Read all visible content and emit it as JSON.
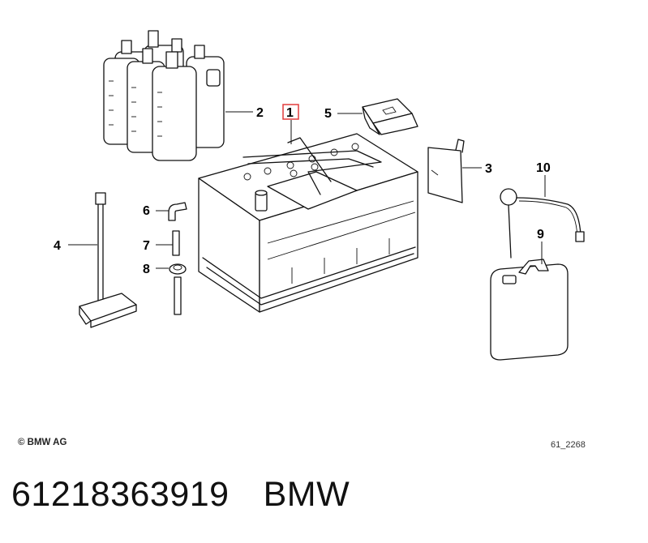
{
  "diagram": {
    "callouts": [
      "1",
      "2",
      "3",
      "4",
      "5",
      "6",
      "7",
      "8",
      "9",
      "10"
    ],
    "highlighted_callout": "1",
    "highlight_color": "#e23b3b"
  },
  "footer": {
    "copyright": "© BMW AG",
    "figure_ref": "61_2268"
  },
  "part": {
    "number": "61218363919",
    "brand": "BMW"
  }
}
